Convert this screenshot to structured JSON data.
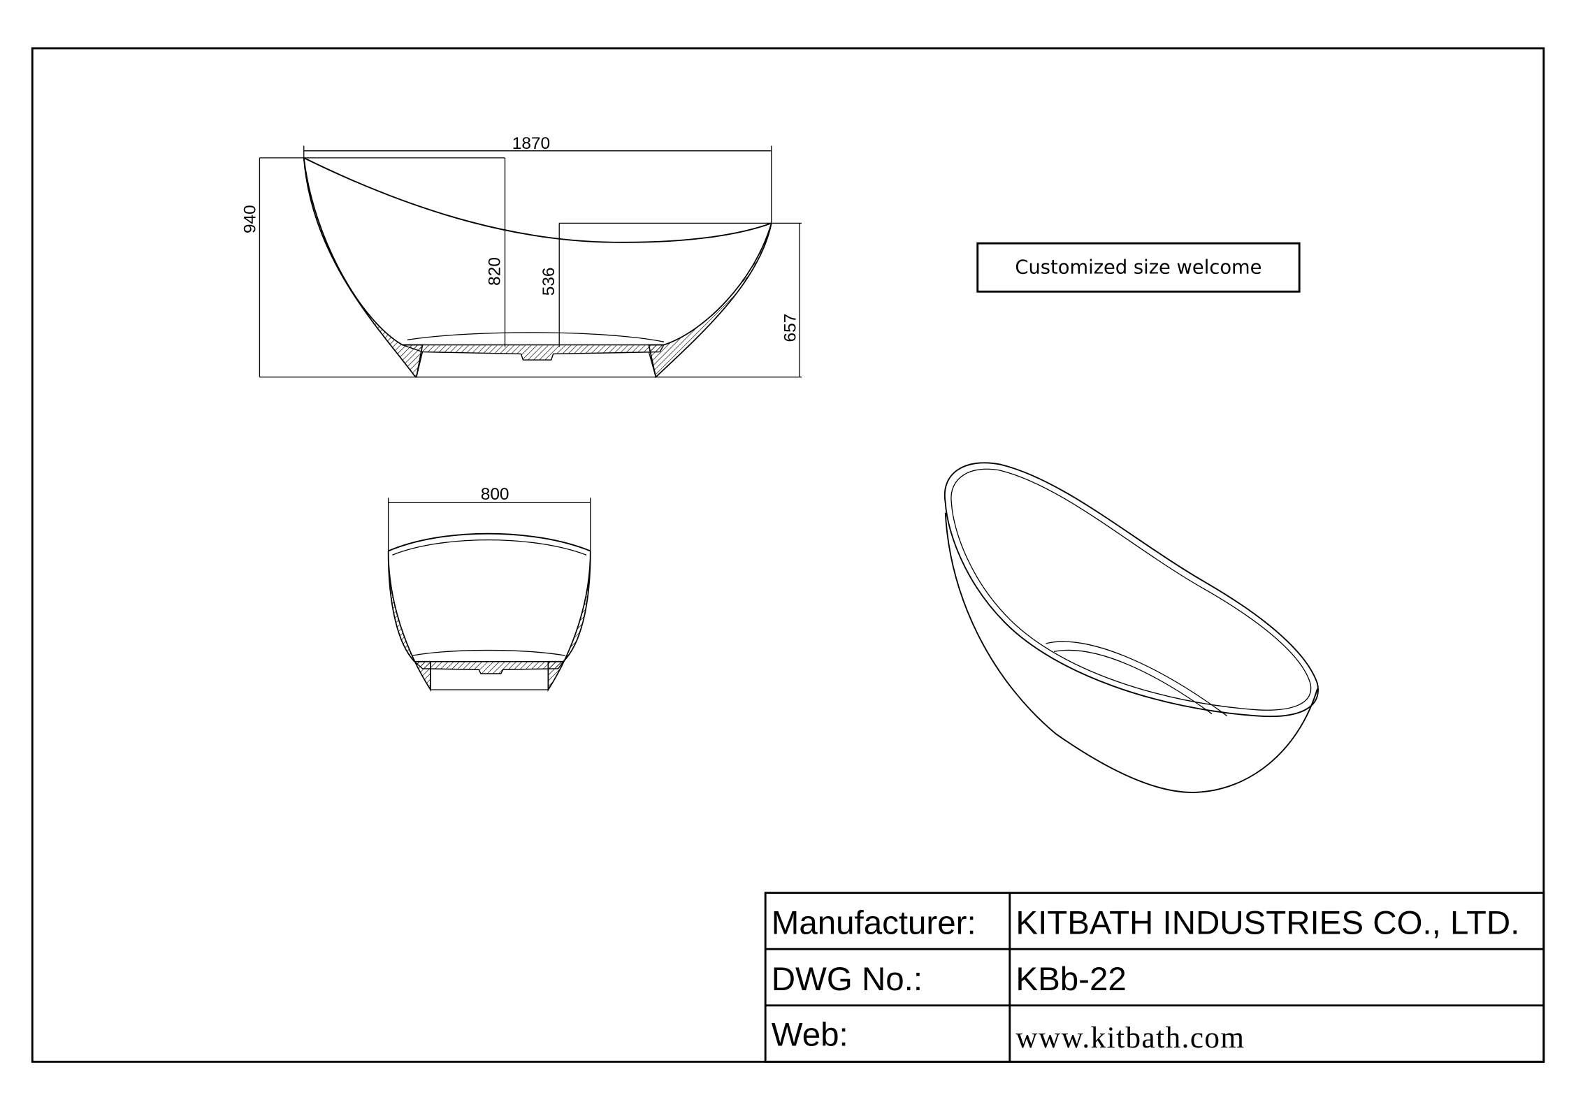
{
  "front_view": {
    "length": "1870",
    "height": "940",
    "inner_depth_high": "820",
    "inner_depth_low": "536",
    "low_end_height": "657"
  },
  "end_view": {
    "width": "800"
  },
  "note": "Customized size welcome",
  "title_block": {
    "rows": [
      {
        "label": "Manufacturer:",
        "value": "KITBATH INDUSTRIES CO., LTD."
      },
      {
        "label": "DWG No.:",
        "value": "KBb-22"
      },
      {
        "label": "Web:",
        "value": "www.kitbath.com"
      }
    ]
  }
}
